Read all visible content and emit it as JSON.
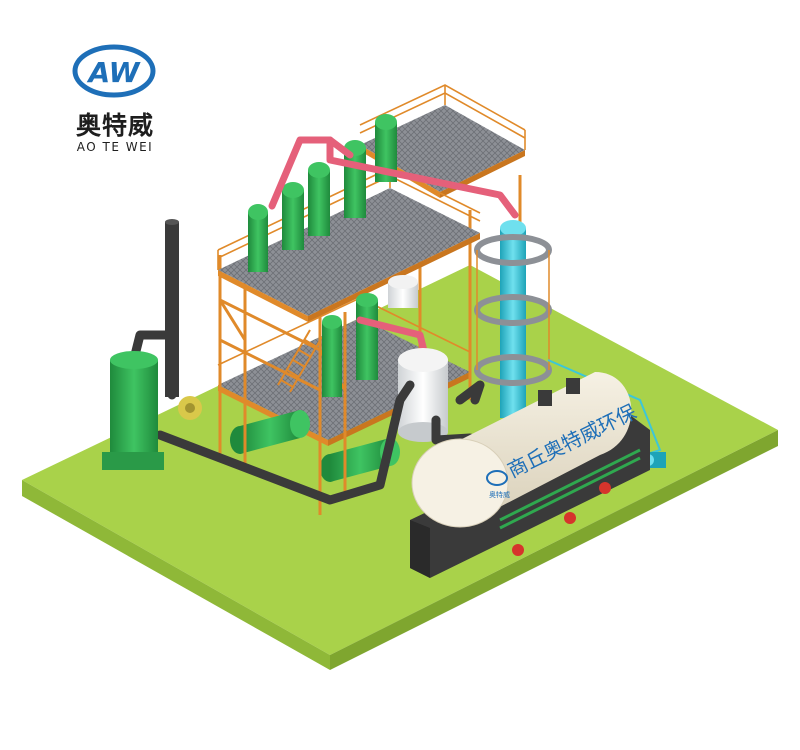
{
  "logo": {
    "mark_text": "AW",
    "name_cn": "奥特威",
    "name_en": "AO TE WEI"
  },
  "tank": {
    "label": "商丘奥特威环保",
    "badge": "奥特威"
  },
  "colors": {
    "ground_top": "#a9d24a",
    "ground_side": "#8fb838",
    "vessel_green": "#2fa84f",
    "frame_orange": "#e08a2a",
    "pipe_pink": "#e5607a",
    "pipe_black": "#3a3a3a",
    "column_cyan": "#3cc6d8",
    "tank_cream": "#efe8d6",
    "logo_blue": "#1e6fb8"
  }
}
